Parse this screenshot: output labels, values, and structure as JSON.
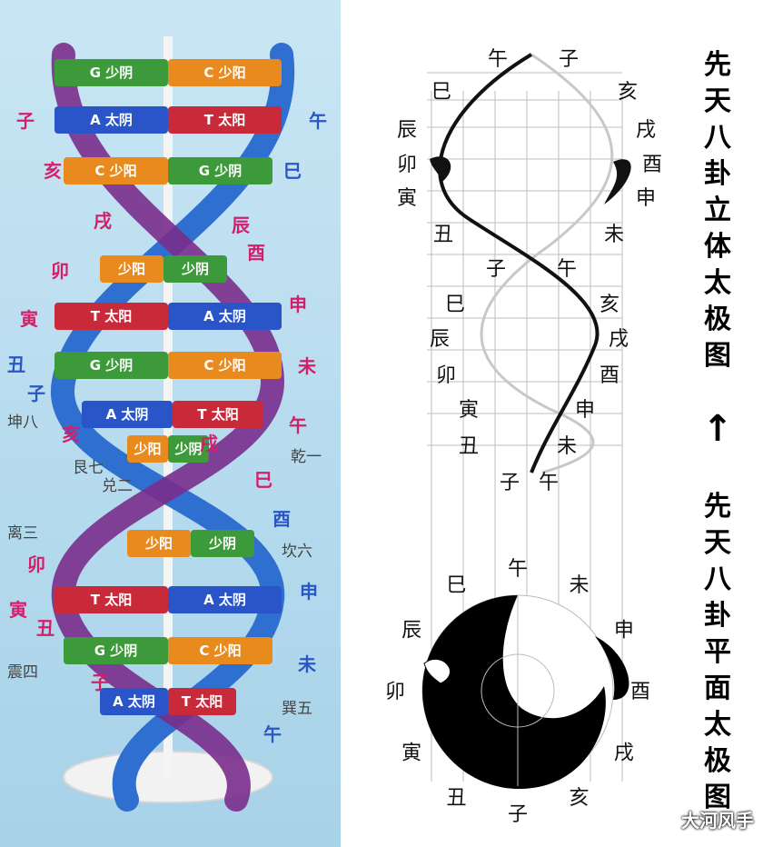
{
  "colors": {
    "green": "#3d9a3a",
    "orange": "#e98a1e",
    "blue": "#2a55c8",
    "red": "#c92a3a",
    "purple": "#8e3d96",
    "helix_blue": "#2f6fd0",
    "helix_purple": "#7a2e8c",
    "label_red": "#d31f6a",
    "label_blue": "#2a57c4"
  },
  "dna_model": {
    "pairs": [
      {
        "left": "G 少阴",
        "right": "C 少阳",
        "lcolor": "green",
        "rcolor": "orange"
      },
      {
        "left": "A 太阴",
        "right": "T 太阳",
        "lcolor": "blue",
        "rcolor": "red"
      },
      {
        "left": "C 少阳",
        "right": "G 少阴",
        "lcolor": "orange",
        "rcolor": "green"
      },
      {
        "left": "少阳",
        "right": "少阴",
        "lcolor": "orange",
        "rcolor": "green"
      },
      {
        "left": "T 太阳",
        "right": "A 太阴",
        "lcolor": "red",
        "rcolor": "blue"
      },
      {
        "left": "G 少阴",
        "right": "C 少阳",
        "lcolor": "green",
        "rcolor": "orange"
      },
      {
        "left": "A 太阴",
        "right": "T 太阳",
        "lcolor": "blue",
        "rcolor": "red"
      },
      {
        "left": "少阳",
        "right": "少阴",
        "lcolor": "orange",
        "rcolor": "green"
      },
      {
        "left": "少阳",
        "right": "少阴",
        "lcolor": "orange",
        "rcolor": "green"
      },
      {
        "left": "T 太阳",
        "right": "A 太阴",
        "lcolor": "red",
        "rcolor": "blue"
      },
      {
        "left": "G 少阴",
        "right": "C 少阳",
        "lcolor": "green",
        "rcolor": "orange"
      },
      {
        "left": "A 太阴",
        "right": "T 太阳",
        "lcolor": "blue",
        "rcolor": "red"
      }
    ],
    "branch_labels": [
      {
        "text": "子",
        "color": "label_red"
      },
      {
        "text": "午",
        "color": "label_blue"
      },
      {
        "text": "亥",
        "color": "label_red"
      },
      {
        "text": "巳",
        "color": "label_blue"
      },
      {
        "text": "戌",
        "color": "label_red"
      },
      {
        "text": "辰",
        "color": "label_red"
      },
      {
        "text": "酉",
        "color": "label_red"
      },
      {
        "text": "卯",
        "color": "label_red"
      },
      {
        "text": "申",
        "color": "label_red"
      },
      {
        "text": "寅",
        "color": "label_red"
      },
      {
        "text": "丑",
        "color": "label_blue"
      },
      {
        "text": "未",
        "color": "label_red"
      },
      {
        "text": "子",
        "color": "label_blue"
      },
      {
        "text": "午",
        "color": "label_red"
      },
      {
        "text": "亥",
        "color": "label_red"
      },
      {
        "text": "戌",
        "color": "label_red"
      },
      {
        "text": "巳",
        "color": "label_red"
      },
      {
        "text": "酉",
        "color": "label_blue"
      },
      {
        "text": "卯",
        "color": "label_red"
      },
      {
        "text": "申",
        "color": "label_blue"
      },
      {
        "text": "寅",
        "color": "label_red"
      },
      {
        "text": "丑",
        "color": "label_red"
      },
      {
        "text": "未",
        "color": "label_blue"
      },
      {
        "text": "子",
        "color": "label_red"
      },
      {
        "text": "午",
        "color": "label_blue"
      }
    ],
    "trigram_labels": [
      "坤八",
      "艮七",
      "坎六",
      "巽五",
      "震四",
      "离三",
      "兑二",
      "乾一"
    ]
  },
  "diagram": {
    "helix_top": [
      "午",
      "子",
      "巳",
      "亥",
      "辰",
      "戌",
      "卯",
      "酉",
      "寅",
      "申",
      "丑",
      "未"
    ],
    "helix_bottom": [
      "子",
      "午",
      "巳",
      "亥",
      "辰",
      "戌",
      "卯",
      "酉",
      "寅",
      "申",
      "丑",
      "未",
      "子",
      "午"
    ],
    "circle": [
      "午",
      "未",
      "申",
      "酉",
      "戌",
      "亥",
      "子",
      "丑",
      "寅",
      "卯",
      "辰",
      "巳"
    ]
  },
  "title_top": "先天八卦立体太极图",
  "title_bottom": "先天八卦平面太极图",
  "arrow_symbol": "↑",
  "watermark": "大河风手"
}
